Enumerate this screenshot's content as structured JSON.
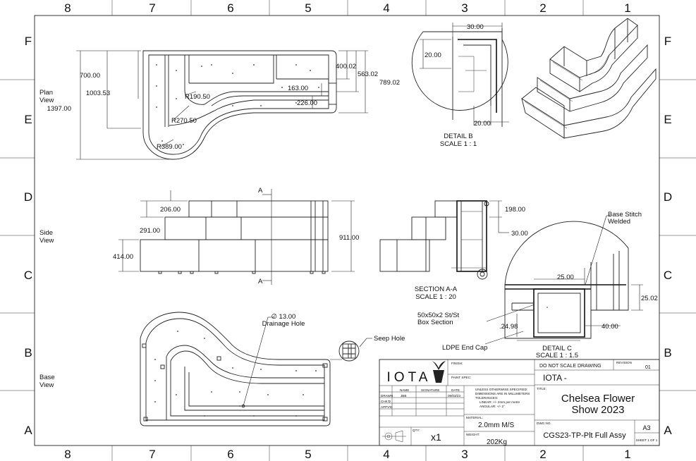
{
  "zones": {
    "columns": [
      "8",
      "7",
      "6",
      "5",
      "4",
      "3",
      "2",
      "1"
    ],
    "rows": [
      "F",
      "E",
      "D",
      "C",
      "B",
      "A"
    ]
  },
  "views": {
    "plan": "Plan\nView",
    "side": "Side\nView",
    "base": "Base\nView"
  },
  "plan_dims": {
    "d700": "700.00",
    "d1003": "1003.53",
    "d1397": "1397.00",
    "r190": "R190.50",
    "r270": "R270.50",
    "r389": "R389.00",
    "d400": "400.02",
    "d563": "563.02",
    "d789": "789.02",
    "d163": "163.00",
    "d226": "226.00"
  },
  "side_dims": {
    "d206": "206.00",
    "d291": "291.00",
    "d414": "414.00",
    "d911": "911.00",
    "sec_a": "A"
  },
  "detail_b": {
    "d30": "30.00",
    "d20a": "20.00",
    "d20b": "20.00",
    "title": "DETAIL B",
    "scale": "SCALE 1 : 1"
  },
  "section_aa": {
    "d198": "198.00",
    "d30": "30.00",
    "title": "SECTION A-A",
    "scale": "SCALE 1 : 20"
  },
  "detail_c": {
    "base_stitch_1": "Base Stitch",
    "base_stitch_2": "Welded",
    "d25": "25.00",
    "d2502": "25.02",
    "d2498": ".24.98",
    "d40": "40.00",
    "box_1": "50x50x2 St/St",
    "box_2": "Box Section",
    "ldpe": "LDPE End Cap",
    "title": "DETAIL C",
    "scale": "SCALE 1 : 1.5"
  },
  "base_view": {
    "drain_1": "∅ 13.00",
    "drain_2": "Drainage Hole",
    "seep": "Seep Hole"
  },
  "title_block": {
    "logo": "IOTA",
    "finish_label": "FINISH:",
    "paint_label": "PAINT SPEC:",
    "no_scale": "DO NOT SCALE DRAWING",
    "revision_label": "REVISION",
    "revision": "01",
    "company": "IOTA -",
    "col_name": "NAME",
    "col_signature": "SIGNATURE",
    "col_date": "DATE",
    "row_drawn": "DRAWN",
    "row_chkd": "CHK'D",
    "row_appvd": "APPV'D",
    "drawn_name": "JBB",
    "drawn_date": "09/03/23",
    "tol_1": "UNLESS OTHERWISE SPECIFIED:",
    "tol_2": "DIMENSIONS ARE IN MILLIMETERS",
    "tol_3": "TOLERANCES:",
    "tol_4": "LINEAR: +/- 2mm per metre",
    "tol_5": "ANGULAR: +/- 2°",
    "title_label": "TITLE:",
    "title_1": "Chelsea Flower",
    "title_2": "Show 2023",
    "material_label": "MATERIAL:",
    "material": "2.0mm M/S",
    "qty_label": "QTY:",
    "qty": "x1",
    "weight_label": "WEIGHT:",
    "weight": "202Kg",
    "dwg_label": "DWG NO.",
    "dwg_no": "CGS23-TP-Plt Full Assy",
    "size": "A3",
    "sheet": "SHEET 1 OF 1"
  },
  "icons": [
    "third-angle-projection-icon",
    "plant-pot-logo-icon"
  ]
}
